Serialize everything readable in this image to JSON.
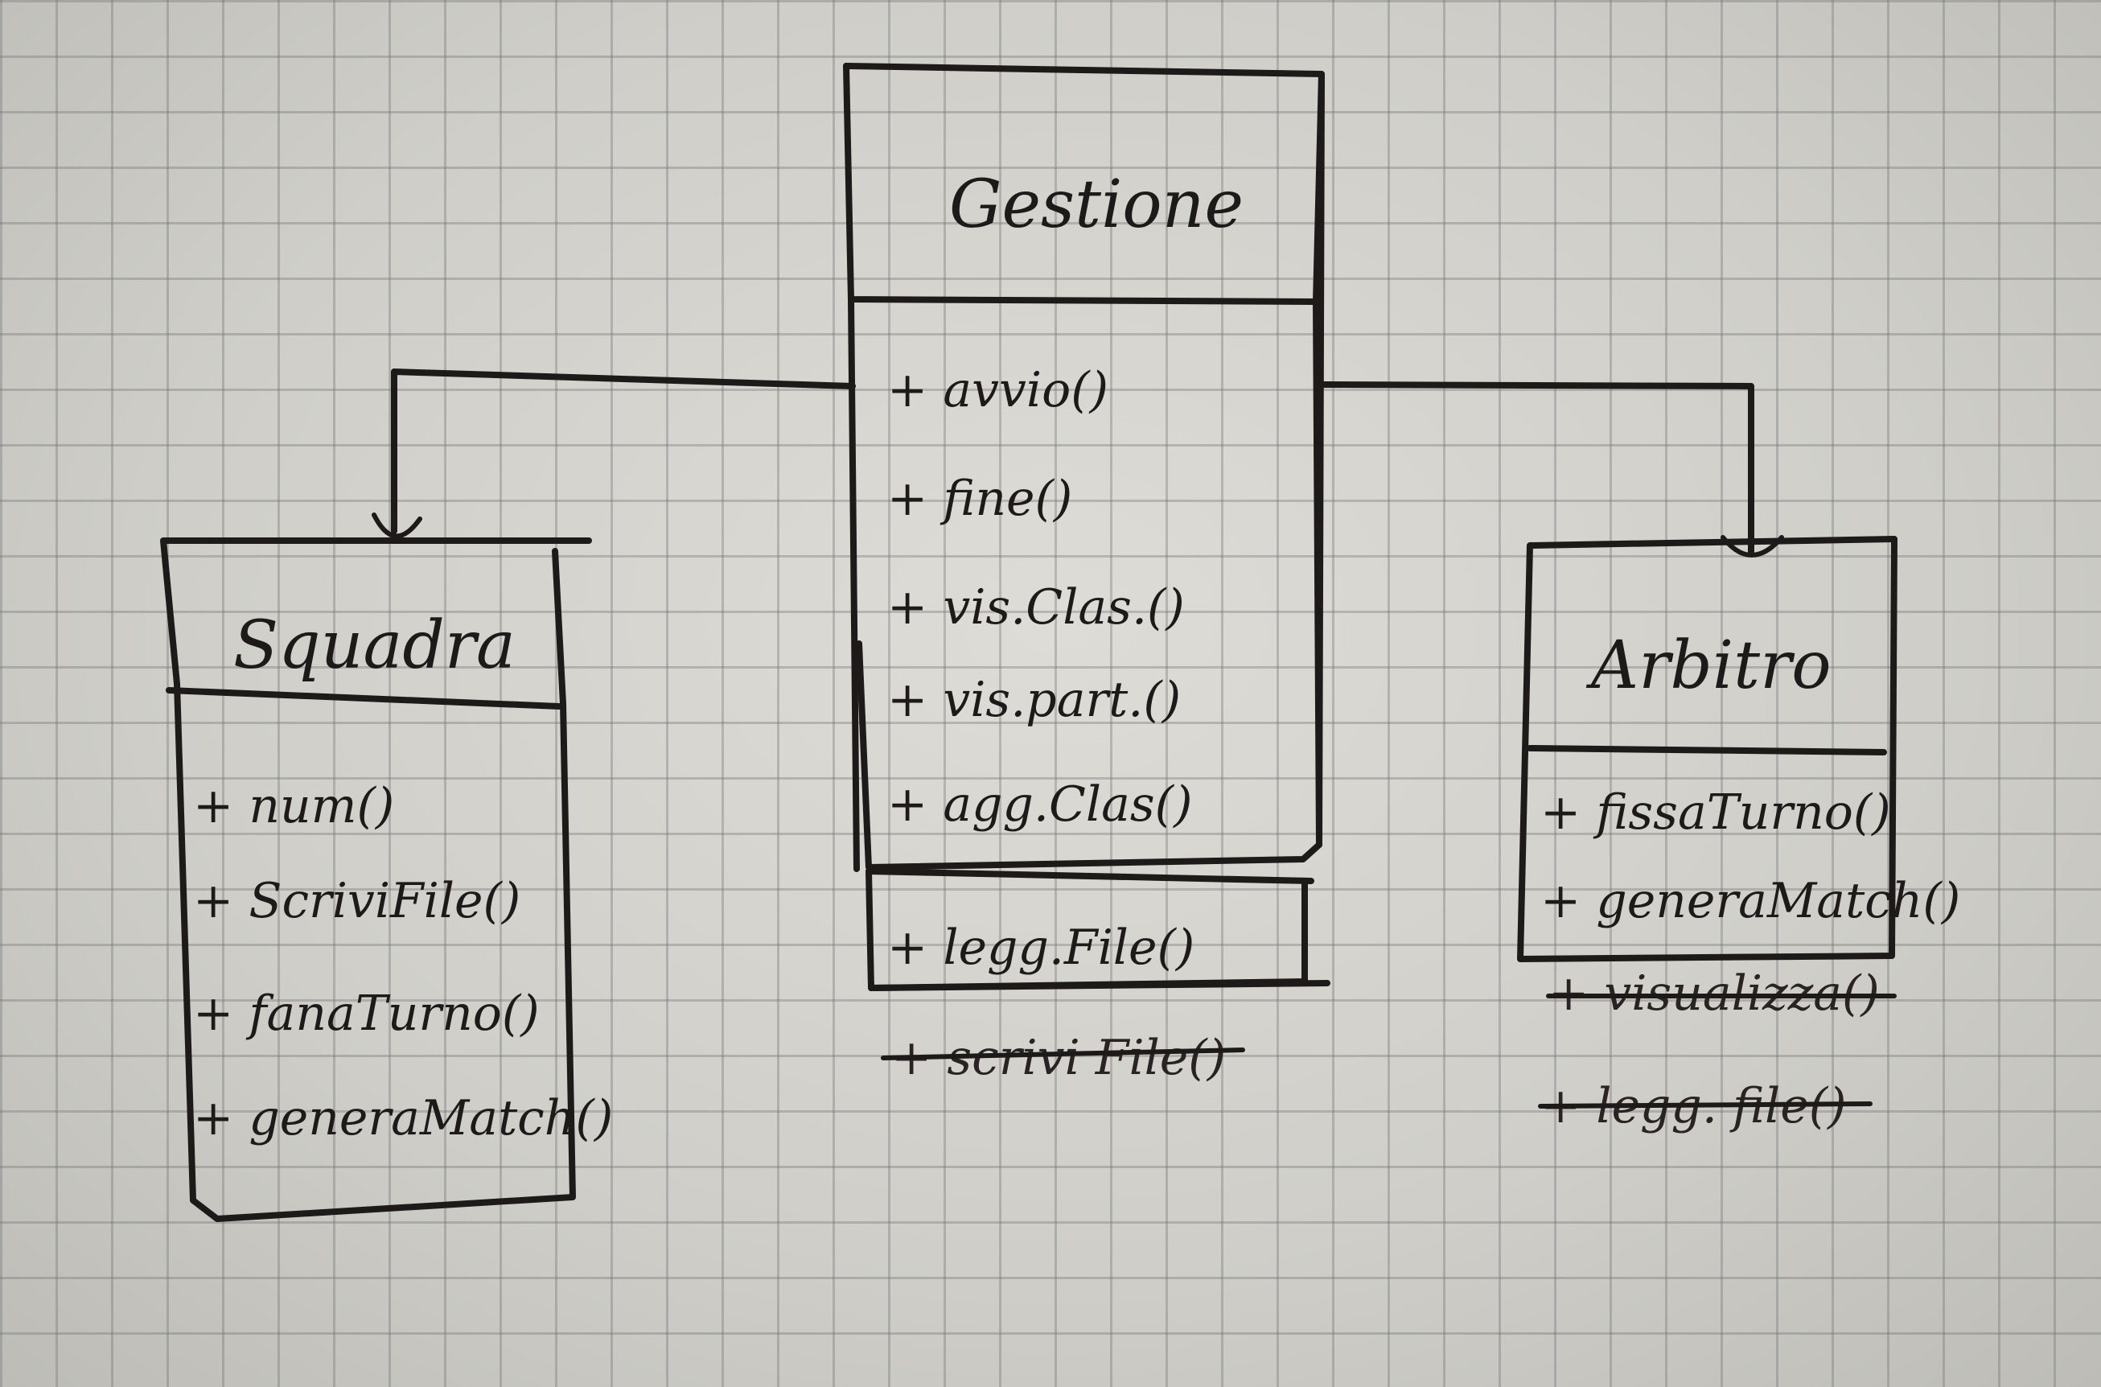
{
  "diagram": {
    "kind": "UML class diagram (handwritten on grid paper)",
    "classes": {
      "gestione": {
        "name": "Gestione",
        "methods": [
          "+ avvio()",
          "+ fine()",
          "+ vis.Clas.()",
          "+ vis.part.()",
          "+ agg.Clas()"
        ],
        "extra_methods": [
          "+ legg.File()"
        ],
        "struck_methods": [
          "+ scrivi File()"
        ]
      },
      "squadra": {
        "name": "Squadra",
        "methods": [
          "+ num()",
          "+ ScriviFile()",
          "+ fanaTurno()",
          "+ generaMatch()"
        ]
      },
      "arbitro": {
        "name": "Arbitro",
        "methods": [
          "+ fissaTurno()",
          "+ generaMatch()"
        ],
        "struck_methods": [
          "+ visualizza()",
          "+ legg. file()"
        ]
      }
    },
    "relations": [
      {
        "from": "Gestione",
        "to": "Squadra",
        "type": "association-arrow"
      },
      {
        "from": "Gestione",
        "to": "Arbitro",
        "type": "association-arrow"
      }
    ]
  }
}
